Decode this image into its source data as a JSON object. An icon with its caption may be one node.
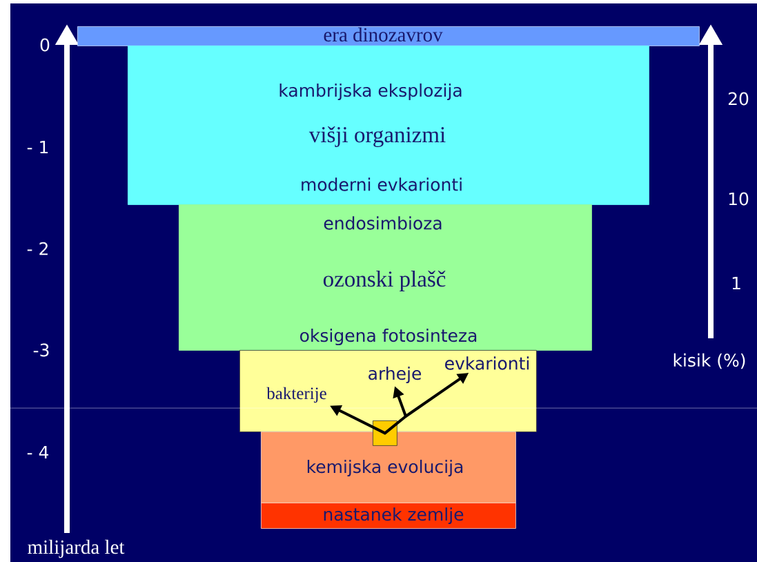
{
  "diagram": {
    "nodes": [
      {
        "text": [
          "era dinozavrov"
        ]
      },
      {
        "text": [
          "kambrijska eksplozija",
          "višji organizmi",
          "moderni evkarionti"
        ]
      },
      {
        "text": [
          "endosimbioza",
          "ozonski plašč",
          "oksigena fotosinteza"
        ]
      },
      {
        "text": [],
        "shape": "box"
      },
      {
        "text": [
          "bakterije"
        ],
        "in": 3
      },
      {
        "text": [
          "arheje"
        ],
        "in": 3
      },
      {
        "text": [
          "evkarionti"
        ],
        "in": 3
      },
      {
        "text": [],
        "shape": "box"
      },
      {
        "text": [
          "kemijska evolucija"
        ]
      },
      {
        "text": [
          "nastanek zemlje"
        ]
      }
    ],
    "edges": [
      {
        "from": 7,
        "to": 4,
        "arrow": "to"
      },
      {
        "from": 7,
        "to": 5,
        "arrow": "to"
      },
      {
        "from": 7,
        "to": 6,
        "arrow": "to"
      }
    ],
    "labels": [
      "0",
      "20",
      "- 1",
      "10",
      "- 2",
      "1",
      "-3",
      "kisik (%)",
      "- 4",
      "milijarda let"
    ]
  }
}
